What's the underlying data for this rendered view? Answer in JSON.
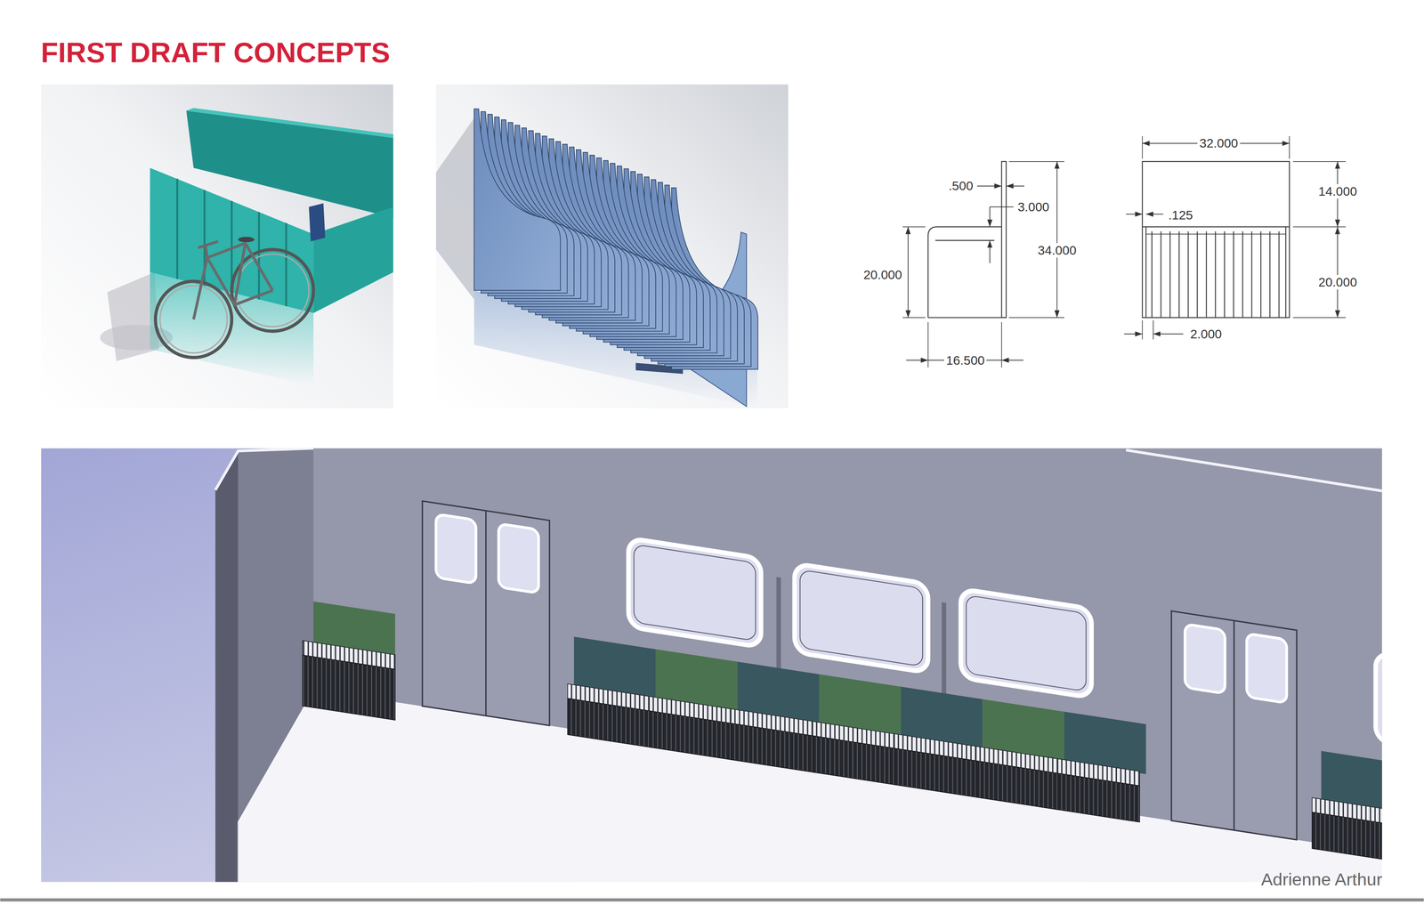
{
  "diagram": {
    "title": "FIRST DRAFT CONCEPTS",
    "labels": [
      ".500",
      "3.000",
      "34.000",
      "20.000",
      "16.500",
      "32.000",
      "14.000",
      ".125",
      "20.000",
      "2.000",
      "Adrienne Arthur"
    ]
  }
}
